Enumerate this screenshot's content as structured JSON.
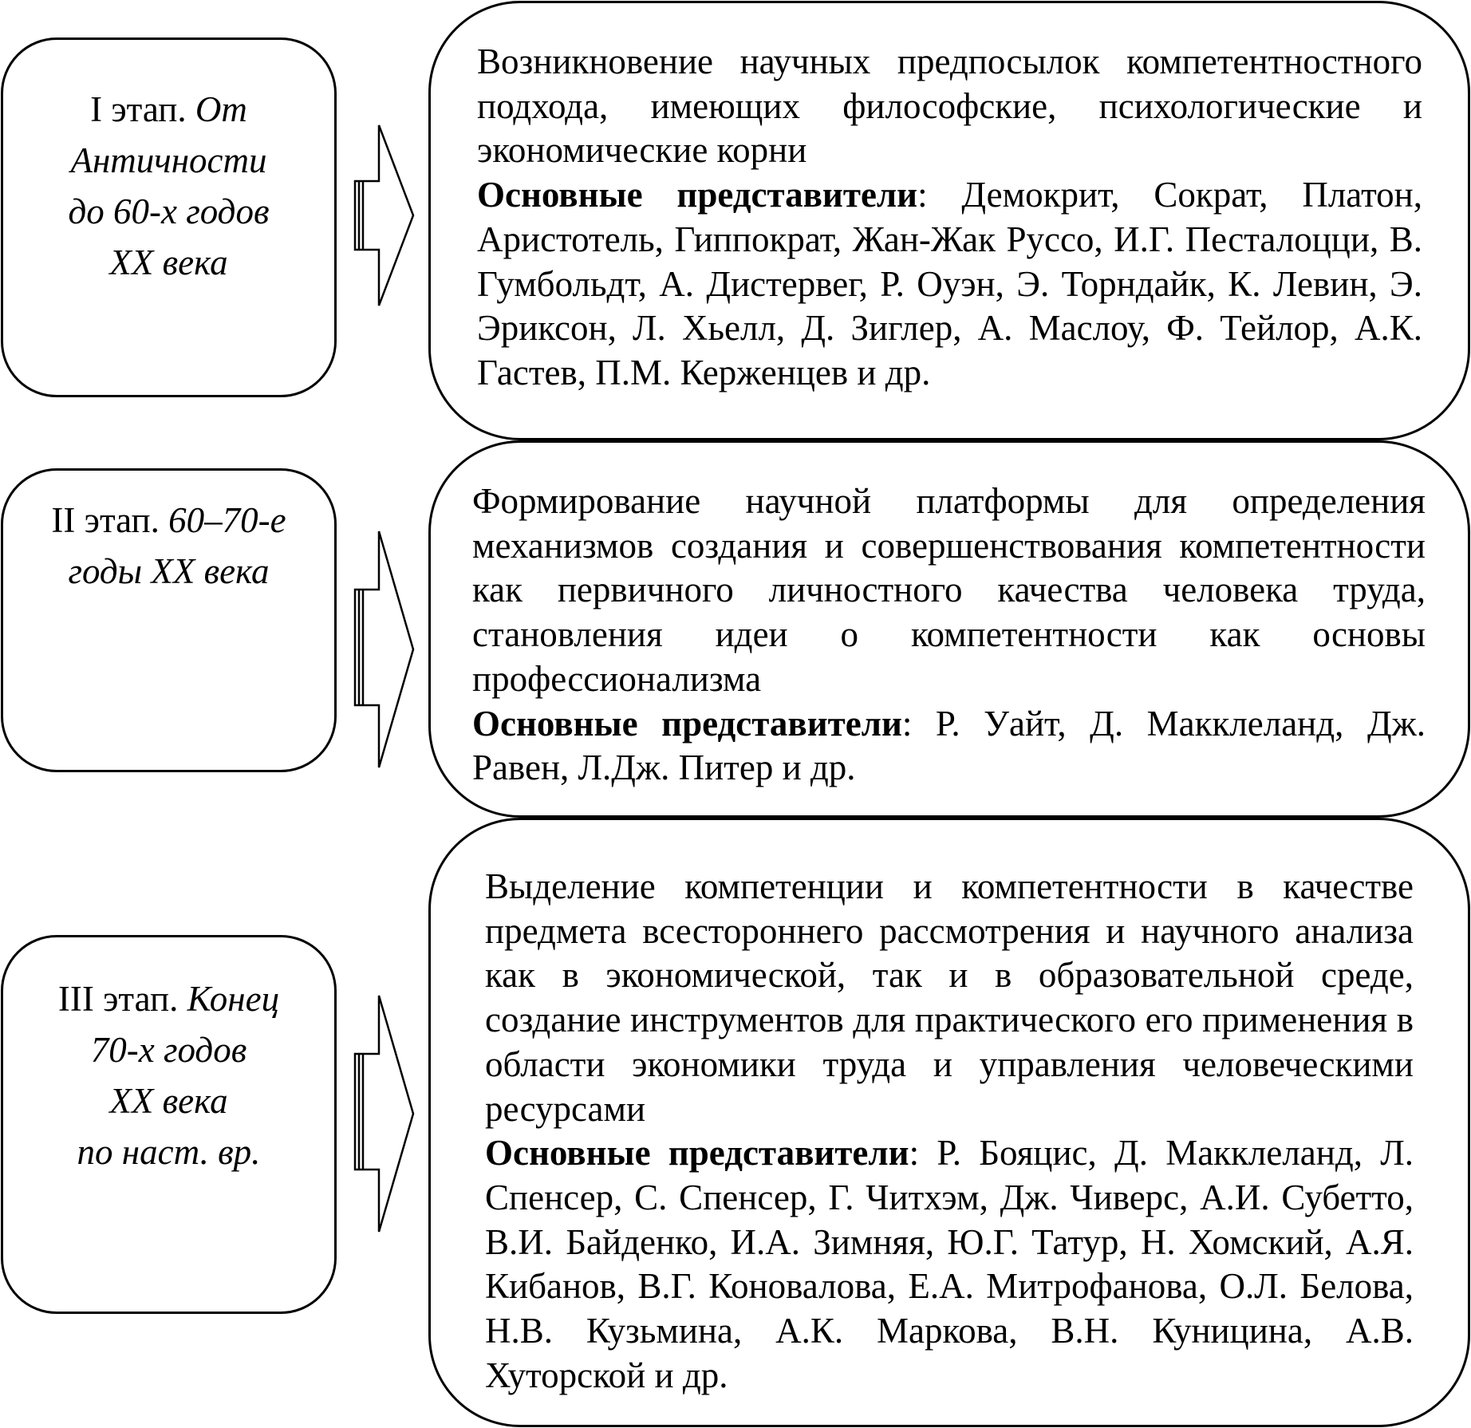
{
  "stages": [
    {
      "label": "I этап.",
      "period_lines": [
        "От",
        "Античности",
        "до 60-х годов",
        "XX века"
      ],
      "description": "Возникновение научных предпосылок компетентност­ного подхода, имеющих философские, психологические и экономические корни",
      "reps_title": "Основные представители",
      "reps_list": ": Демокрит, Сократ, Платон, Аристотель, Гиппократ, Жан-Жак Руссо, И.Г. Песталоц­ци, В. Гумбольдт, А. Дистервег, Р. Оуэн, Э. Торндайк, К. Левин, Э. Эриксон, Л. Хьелл, Д. Зиглер, А. Маслоу, Ф. Тейлор, А.К. Гастев, П.М. Керженцев и др."
    },
    {
      "label": "II этап.",
      "period_lines": [
        "60–70-е",
        "годы XX века"
      ],
      "description": "Формирование научной платформы для определения механизмов создания и совершенствования компетен­тности как первичного личностного качества человека труда, становления идеи о компетентности как основы профессионализма",
      "reps_title": "Основные представители",
      "reps_list": ": Р. Уайт, Д. Макклеланд, Дж. Равен, Л.Дж. Питер и др."
    },
    {
      "label": "III этап.",
      "period_lines": [
        "Конец",
        "70-х годов",
        "XX века",
        "по наст. вр."
      ],
      "description": "Выделение компетенции и компетентности в качестве предмета всестороннего рассмотрения и научного анализа как в экономической, так и в образовательной среде, создание инструментов для практического его применения в области экономики труда и управления человеческими ресурсами",
      "reps_title": "Основные представители",
      "reps_list": ": Р. Бояцис, Д. Макклеланд, Л. Спенсер, С. Спенсер, Г. Читхэм, Дж. Чиверс, А.И. Субетто, В.И. Байденко, И.А. Зимняя, Ю.Г. Татур, Н. Хомский, А.Я. Кибанов, В.Г. Коновалова, Е.А. Мит­рофанова, О.Л. Белова, Н.В. Кузьмина, А.К. Маркова, В.Н. Куницина, А.В. Хуторской и др."
    }
  ]
}
